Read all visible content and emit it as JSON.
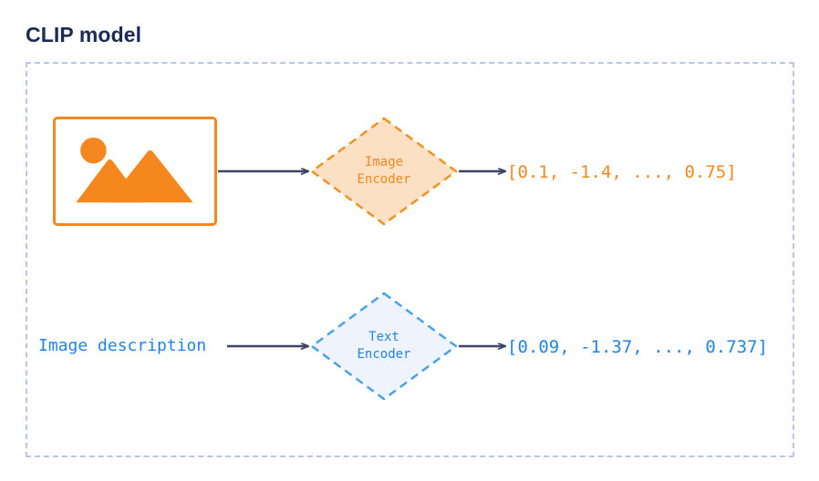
{
  "title": "CLIP model",
  "colors": {
    "title": "#1b2a56",
    "container_border": "#b9c6e9",
    "orange": "#f5871f",
    "orange_fill": "#fbe0c4",
    "blue": "#2183e8",
    "blue_fill": "#eef3fd",
    "arrow": "#3d4466"
  },
  "image_branch": {
    "input_icon": "picture-icon",
    "encoder_label_line1": "Image",
    "encoder_label_line2": "Encoder",
    "embedding": "[0.1, -1.4, ..., 0.75]"
  },
  "text_branch": {
    "input_label": "Image description",
    "encoder_label_line1": "Text",
    "encoder_label_line2": "Encoder",
    "embedding": "[0.09, -1.37, ..., 0.737]"
  }
}
